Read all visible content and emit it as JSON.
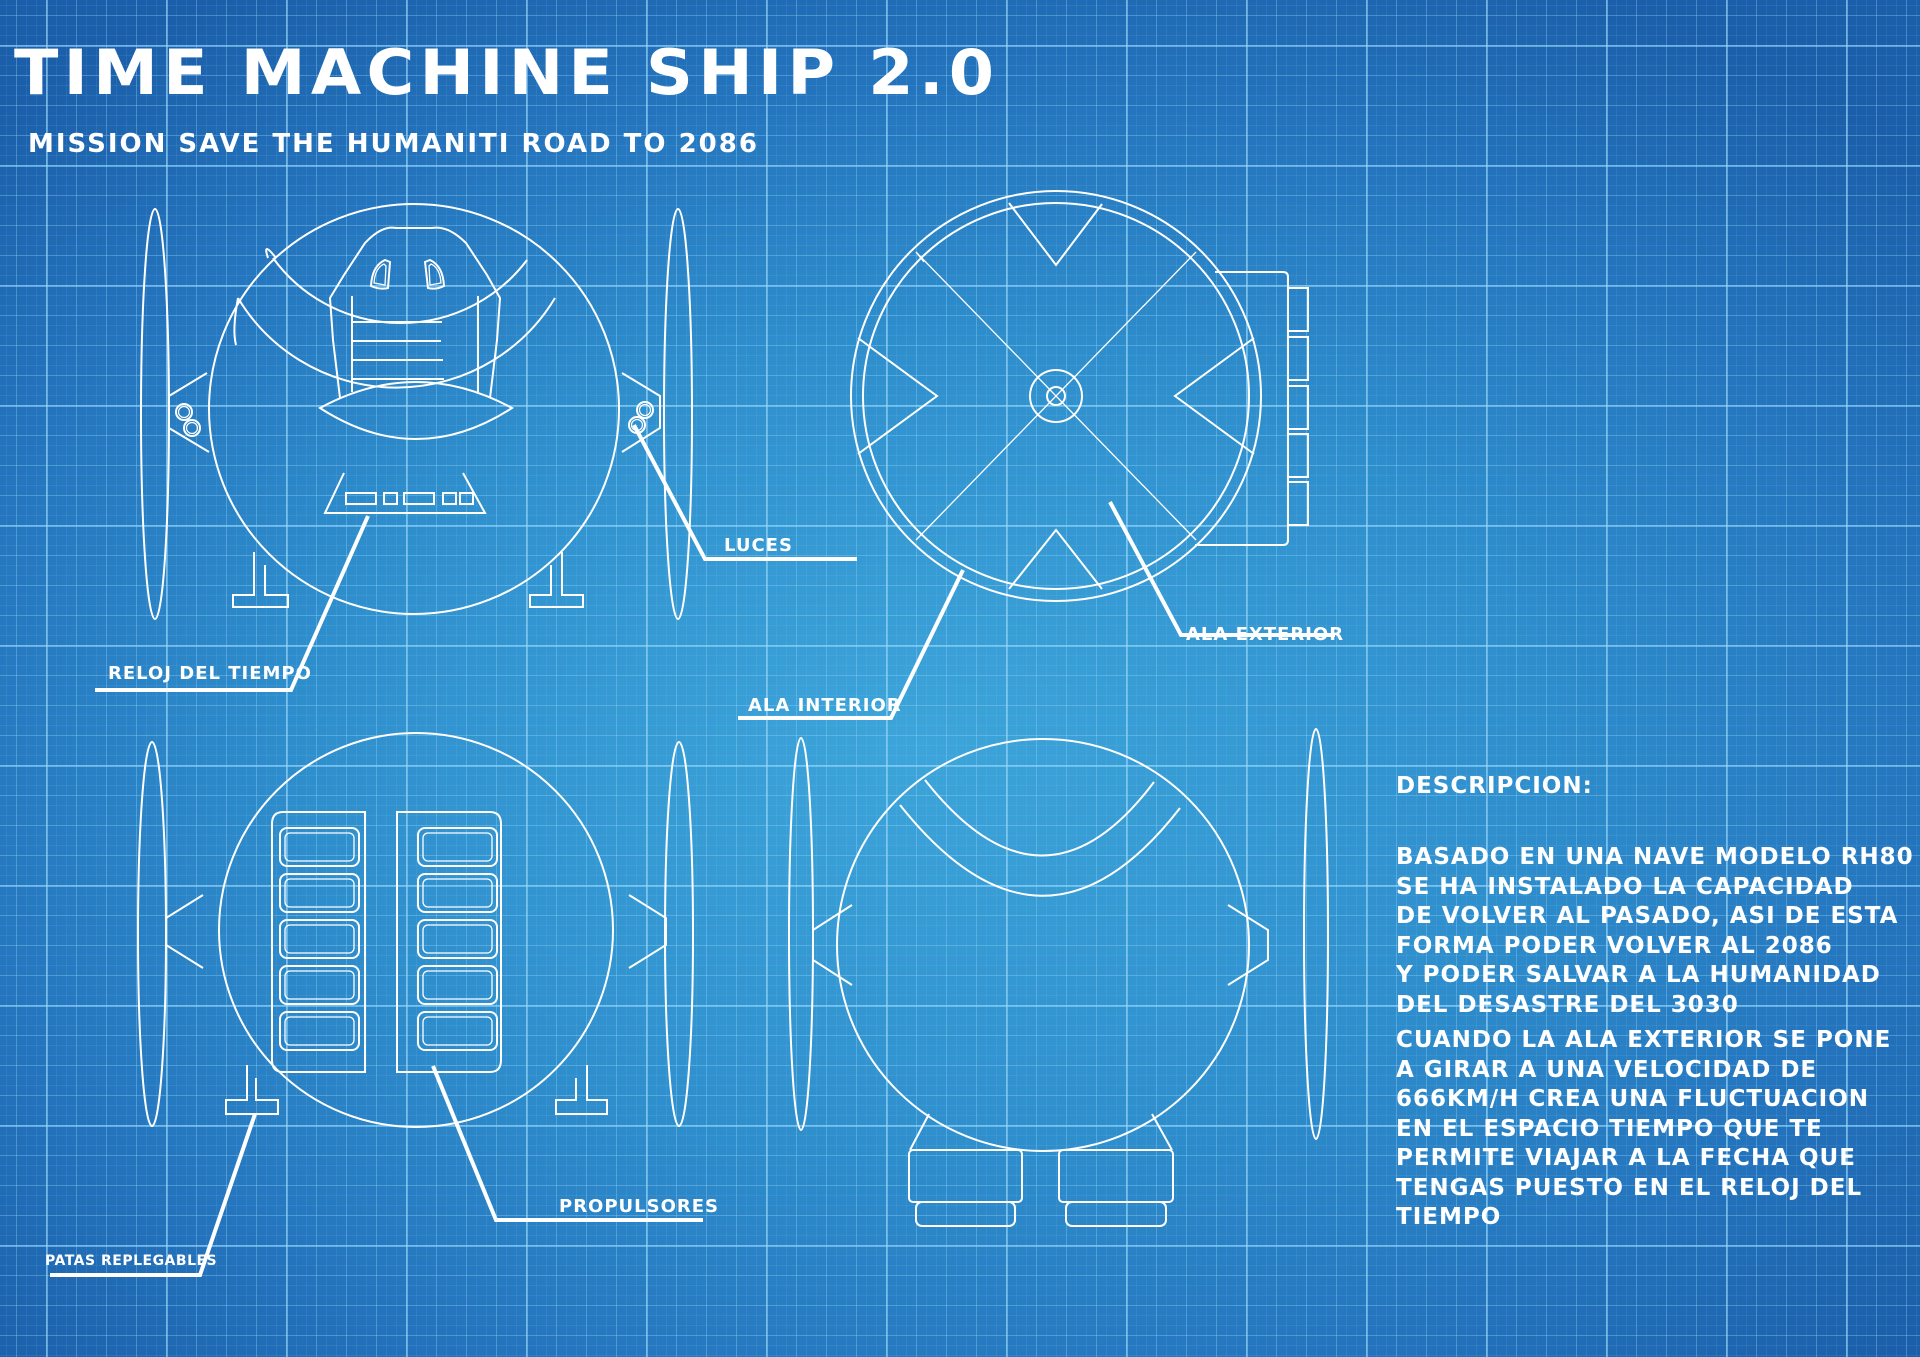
{
  "header": {
    "title": "TIME MACHINE SHIP 2.0",
    "subtitle": "MISSION SAVE THE HUMANITI ROAD TO 2086"
  },
  "views": [
    {
      "id": "front-view",
      "position": "top-left",
      "parts": [
        "seat",
        "dome",
        "control-panel",
        "side-wings",
        "lights",
        "legs"
      ]
    },
    {
      "id": "top-view",
      "position": "top-right",
      "parts": [
        "outer-ring",
        "inner-wing-blades",
        "center-hub",
        "side-module"
      ]
    },
    {
      "id": "rear-view",
      "position": "bottom-left",
      "parts": [
        "thruster-banks",
        "side-wings",
        "legs"
      ]
    },
    {
      "id": "side-view",
      "position": "bottom-center",
      "parts": [
        "dome-arcs",
        "side-wings",
        "feet-pods"
      ]
    }
  ],
  "callouts": {
    "luces": "LUCES",
    "reloj_del_tiempo": "RELOJ DEL TIEMPO",
    "ala_exterior": "ALA EXTERIOR",
    "ala_interior": "ALA INTERIOR",
    "propulsores": "PROPULSORES",
    "patas_replegables": "PATAS REPLEGABLES"
  },
  "description": {
    "heading": "DESCRIPCION:",
    "paragraph1": [
      "BASADO EN UNA NAVE MODELO RH80",
      "SE HA INSTALADO LA CAPACIDAD",
      "DE VOLVER AL PASADO, ASI DE ESTA",
      "FORMA PODER VOLVER AL 2086",
      "Y PODER SALVAR A LA HUMANIDAD",
      "DEL DESASTRE DEL 3030"
    ],
    "paragraph2": [
      "CUANDO LA ALA EXTERIOR SE PONE",
      "A GIRAR A UNA VELOCIDAD DE",
      "666KM/H CREA UNA FLUCTUACION",
      "EN EL ESPACIO TIEMPO QUE TE",
      "PERMITE VIAJAR A LA FECHA QUE",
      "TENGAS PUESTO EN EL RELOJ DEL",
      "TIEMPO"
    ]
  },
  "colors": {
    "background_center": "#3da5da",
    "background_edge": "#1b5ea9",
    "line": "#ffffff",
    "grid": "#96d7fa"
  }
}
